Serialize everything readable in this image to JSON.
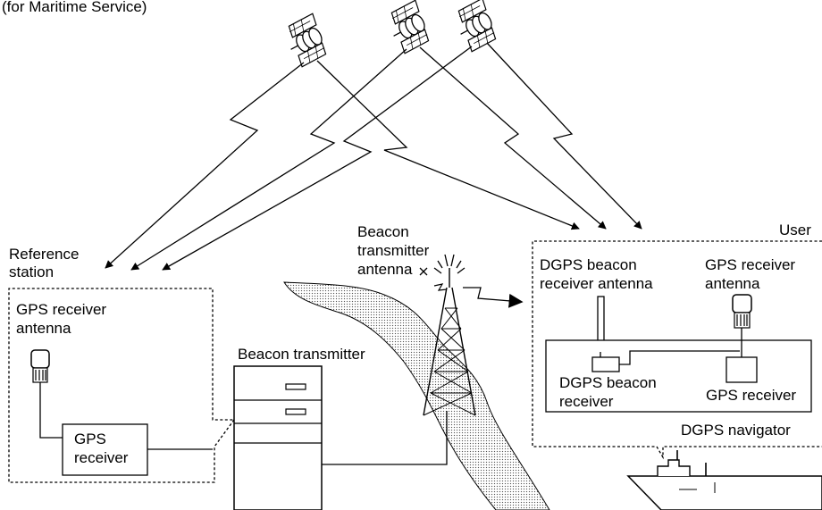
{
  "title": "(for Maritime Service)",
  "labels": {
    "user": "User",
    "reference_station_1": "Reference",
    "reference_station_2": "station",
    "ref_antenna_1": "GPS receiver",
    "ref_antenna_2": "antenna",
    "ref_receiver_1": "GPS",
    "ref_receiver_2": "receiver",
    "beacon_transmitter": "Beacon transmitter",
    "beacon_antenna_1": "Beacon",
    "beacon_antenna_2": "transmitter",
    "beacon_antenna_3": "antenna",
    "dgps_beacon_antenna_1": "DGPS beacon",
    "dgps_beacon_antenna_2": "receiver antenna",
    "user_gps_antenna_1": "GPS receiver",
    "user_gps_antenna_2": "antenna",
    "dgps_beacon_receiver_1": "DGPS beacon",
    "dgps_beacon_receiver_2": "receiver",
    "user_gps_receiver": "GPS receiver",
    "dgps_navigator": "DGPS navigator"
  }
}
